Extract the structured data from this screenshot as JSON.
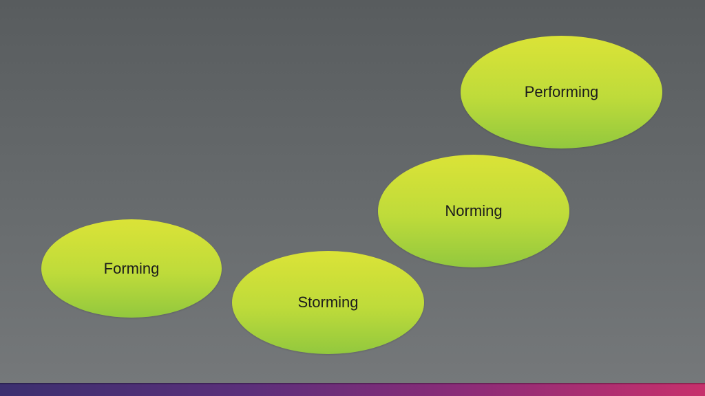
{
  "slide": {
    "stages": [
      {
        "label": "Forming"
      },
      {
        "label": "Storming"
      },
      {
        "label": "Norming"
      },
      {
        "label": "Performing"
      }
    ]
  },
  "colors": {
    "background_top": "#585c5e",
    "background_bottom": "#76797b",
    "ellipse_top": "#dbe337",
    "ellipse_bottom": "#92c83e",
    "accent_bar_left": "#3b2f6f",
    "accent_bar_right": "#c7306c",
    "label_text": "#1c1c1c"
  }
}
